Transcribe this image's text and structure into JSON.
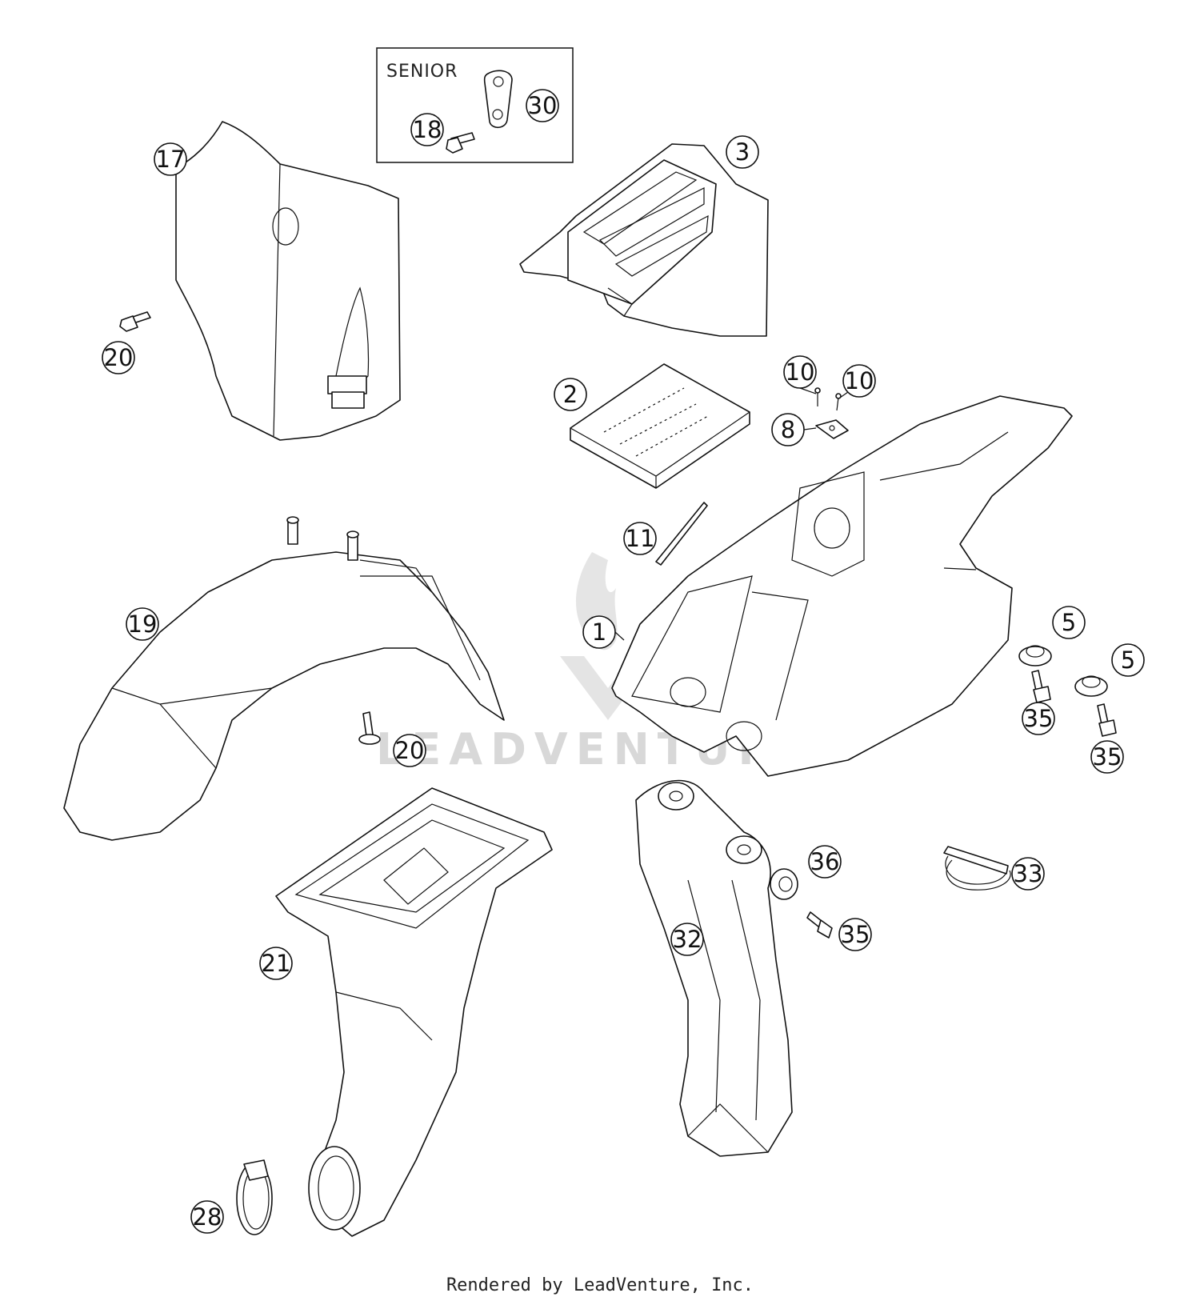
{
  "senior_box": {
    "title": "SENIOR"
  },
  "watermark": {
    "text": "LEADVENTURE"
  },
  "callouts": [
    "1",
    "2",
    "3",
    "5",
    "5",
    "8",
    "10",
    "10",
    "11",
    "17",
    "18",
    "19",
    "20",
    "20",
    "21",
    "28",
    "30",
    "32",
    "33",
    "35",
    "35",
    "35",
    "36"
  ],
  "footer": {
    "text": "Rendered by LeadVenture, Inc."
  }
}
